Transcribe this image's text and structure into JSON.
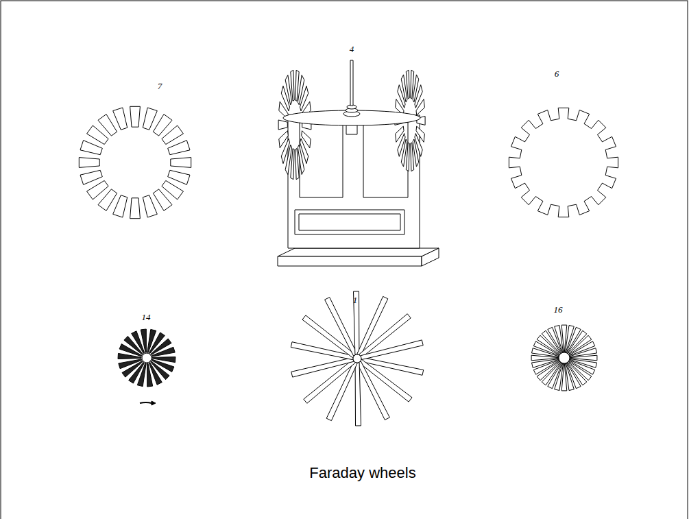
{
  "diagram": {
    "caption": "Faraday wheels",
    "labels": [
      "7",
      "4",
      "6",
      "14",
      "1",
      "16"
    ]
  }
}
